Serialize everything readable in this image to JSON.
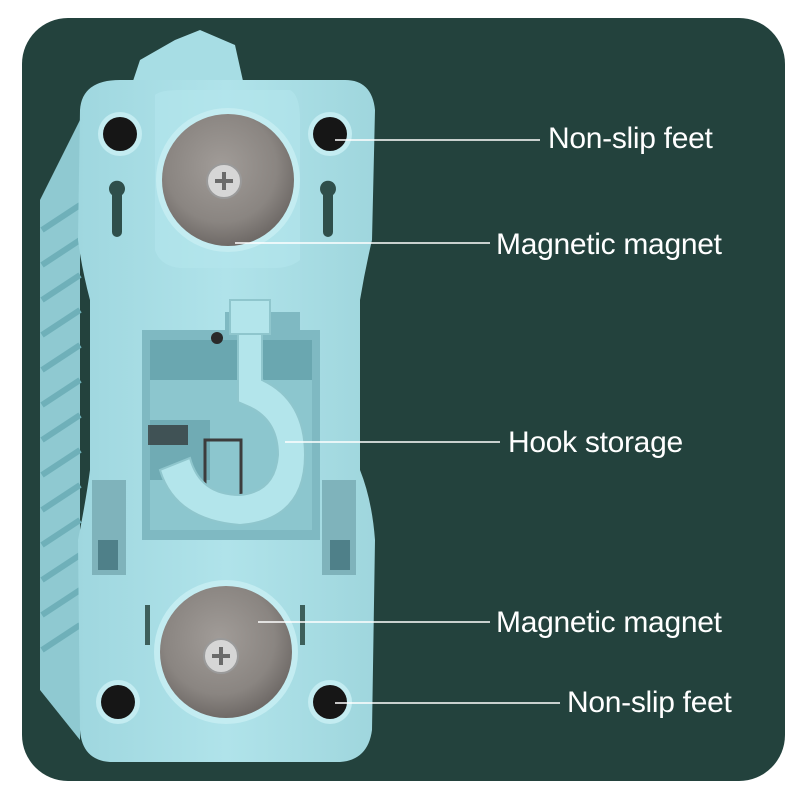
{
  "colors": {
    "background_panel": "#23423d",
    "device_body": "#a9dfe6",
    "magnet": "#8f8a86",
    "foot": "#1a1a1a",
    "callout_line": "#ffffff",
    "label_text": "#ffffff"
  },
  "callouts": [
    {
      "label": "Non-slip feet"
    },
    {
      "label": "Magnetic magnet"
    },
    {
      "label": "Hook storage"
    },
    {
      "label": "Magnetic magnet"
    },
    {
      "label": "Non-slip feet"
    }
  ]
}
